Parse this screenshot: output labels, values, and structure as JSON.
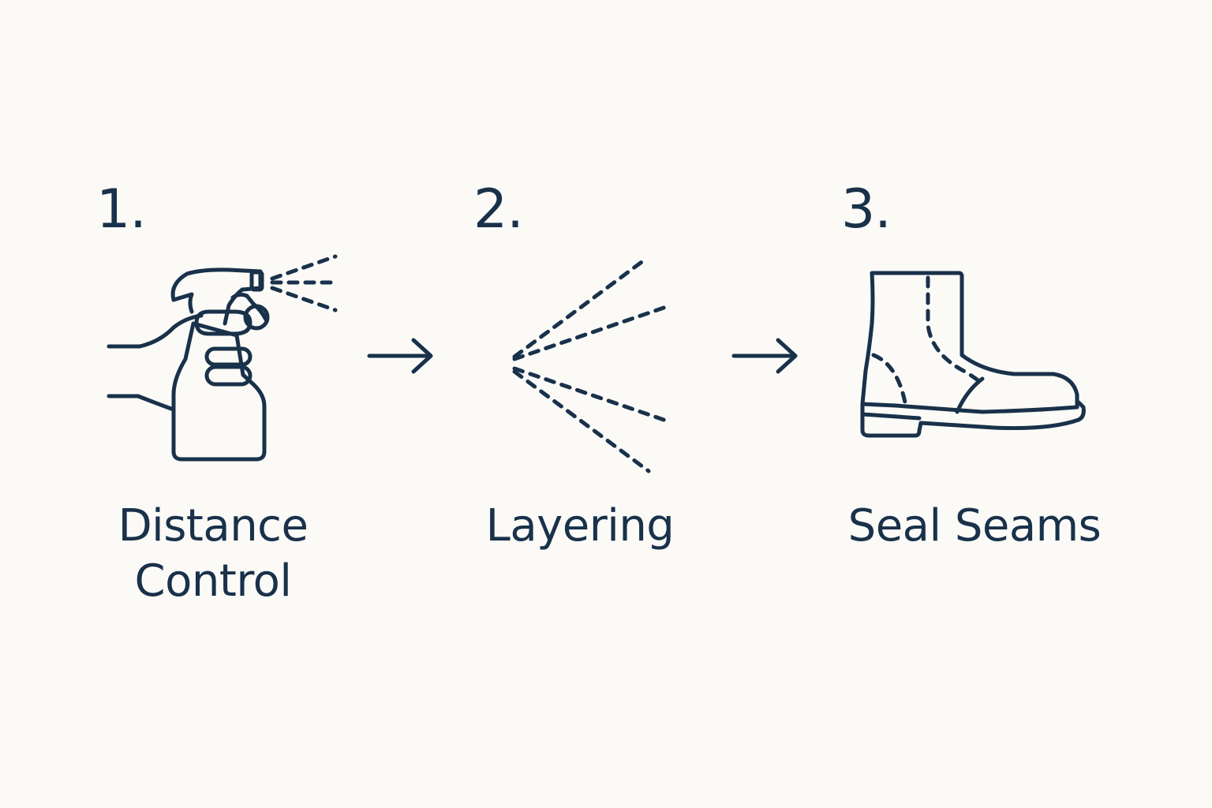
{
  "colors": {
    "background": "#fbfaf7",
    "ink": "#19314a"
  },
  "steps": [
    {
      "number": "1.",
      "label_line1": "Distance",
      "label_line2": "Control",
      "icon": "spray-bottle-in-hand-icon"
    },
    {
      "number": "2.",
      "label_line1": "Layering",
      "icon": "spray-mist-icon"
    },
    {
      "number": "3.",
      "label_line1": "Seal Seams",
      "icon": "boot-icon"
    }
  ],
  "connectors": [
    {
      "icon": "arrow-right-icon"
    },
    {
      "icon": "arrow-right-icon"
    }
  ]
}
